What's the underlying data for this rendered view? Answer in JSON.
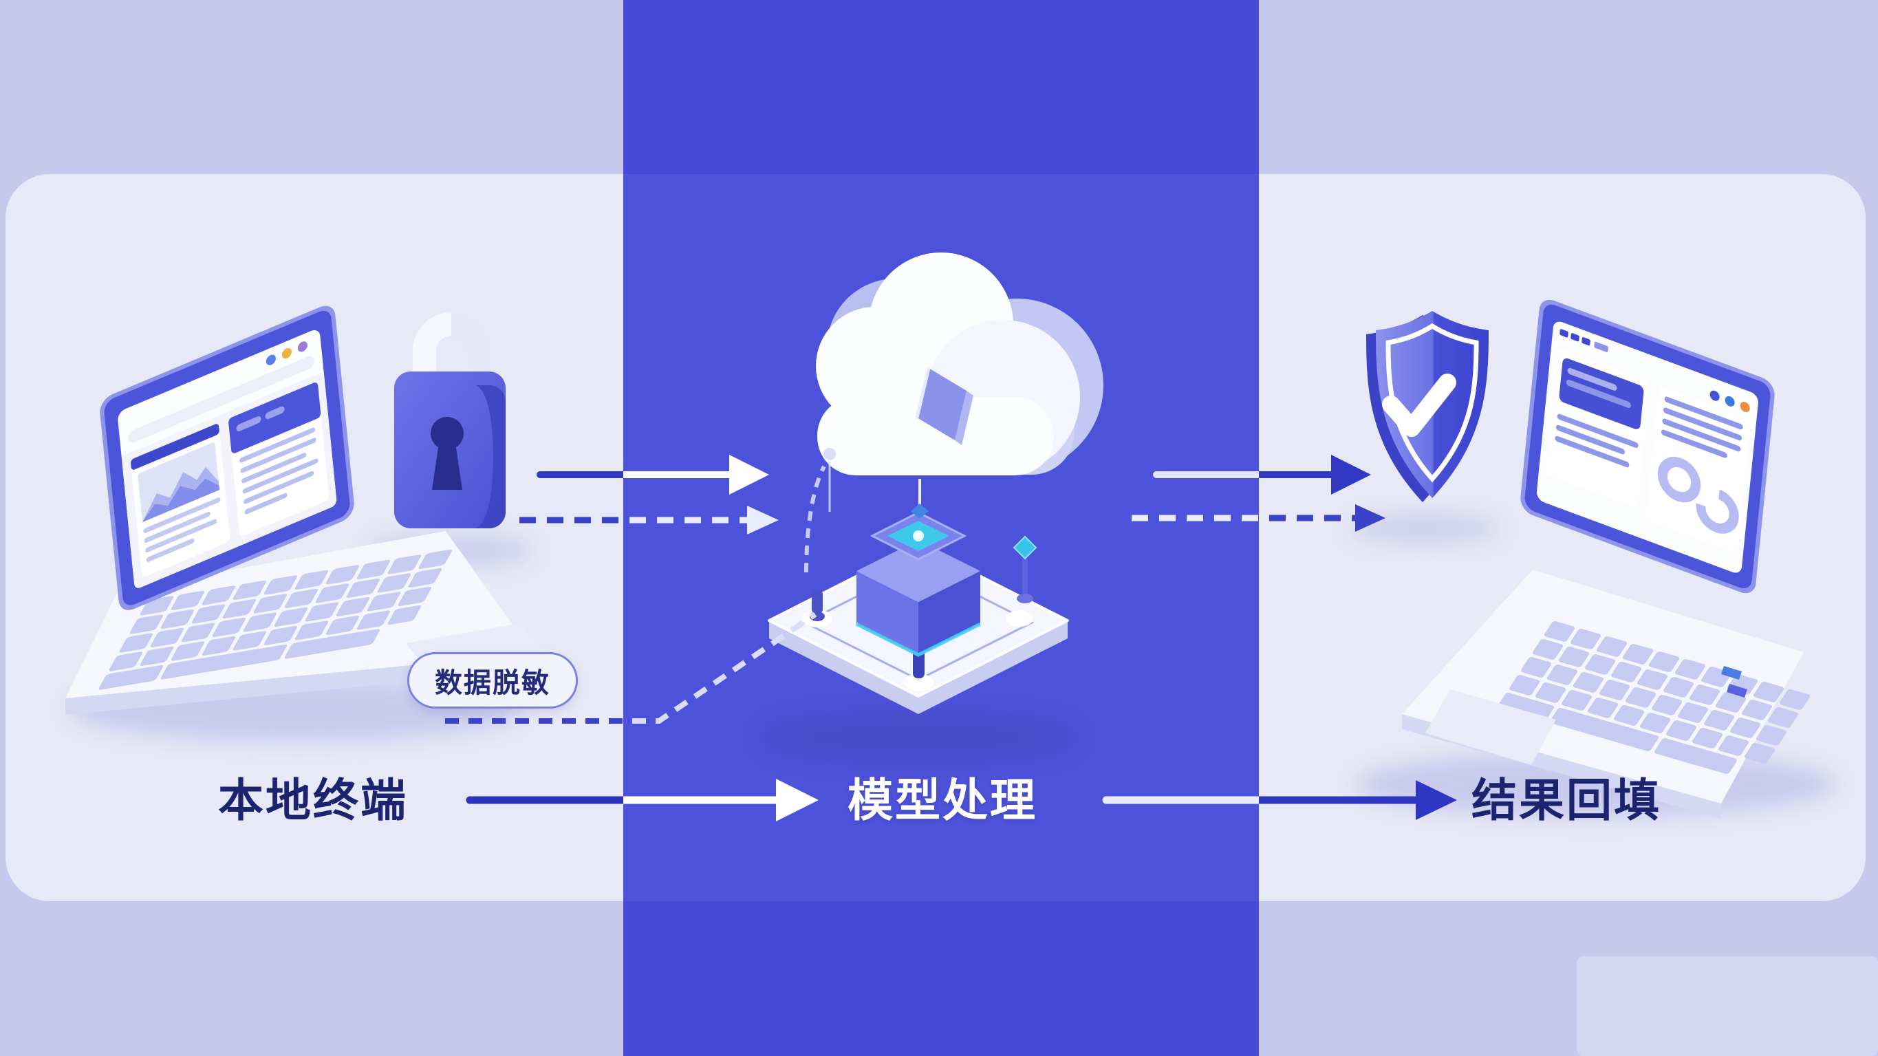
{
  "diagram": {
    "stages": [
      {
        "id": "local-terminal",
        "label": "本地终端"
      },
      {
        "id": "model-processing",
        "label": "模型处理"
      },
      {
        "id": "result-backfill",
        "label": "结果回填"
      }
    ],
    "annotation": {
      "label": "数据脱敏"
    },
    "icons": {
      "local_device": "laptop-icon",
      "privacy": "lock-icon",
      "cloud_service": "cloud-icon",
      "processor": "chip-icon",
      "verified": "shield-check-icon",
      "flow": "arrow-right-icon",
      "masked_flow": "dashed-arrow-right-icon"
    },
    "colors": {
      "background": "#c6c8ec",
      "panel": "#e8e9f6",
      "band": "#4449d8",
      "label_dark": "#1d246f",
      "label_light": "#ffffff",
      "arrow_dark": "#3138c4",
      "arrow_light": "#ffffff",
      "pill_border": "#7b81de",
      "pill_bg": "#f2f3fb",
      "pill_text": "#232a7a",
      "accent_cyan": "#3dc8ec"
    }
  }
}
